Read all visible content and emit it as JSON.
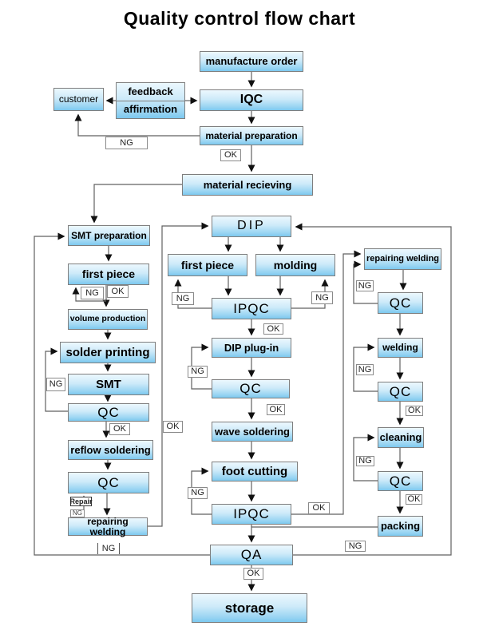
{
  "title": "Quality control flow chart",
  "labels": {
    "ng": "NG",
    "ok": "OK",
    "repair": "Repair"
  },
  "colors": {
    "box_top": "#ecf8fe",
    "box_bottom": "#7cc8ef",
    "box_border": "#7e7e7e",
    "line": "#606060",
    "arrow": "#111111"
  },
  "nodes": {
    "manufacture_order": "manufacture order",
    "customer": "customer",
    "feedback": "feedback",
    "affirmation": "affirmation",
    "iqc": "IQC",
    "material_preparation": "material preparation",
    "material_recieving": "material recieving",
    "smt_preparation": "SMT preparation",
    "first_piece_left": "first piece",
    "volume_production": "volume production",
    "solder_printing": "solder printing",
    "smt": "SMT",
    "qc_smt": "QC",
    "reflow_soldering": "reflow soldering",
    "qc_reflow": "QC",
    "repairing_welding_left": "repairing welding",
    "dip": "DIP",
    "first_piece_dip": "first piece",
    "molding": "molding",
    "ipqc_dip": "IPQC",
    "dip_plug_in": "DIP plug-in",
    "qc_dip": "QC",
    "wave_soldering": "wave soldering",
    "foot_cutting": "foot cutting",
    "ipqc_foot": "IPQC",
    "repairing_welding_right": "repairing welding",
    "qc_repair": "QC",
    "welding": "welding",
    "qc_welding": "QC",
    "cleaning": "cleaning",
    "qc_cleaning": "QC",
    "packing": "packing",
    "qa": "QA",
    "storage": "storage"
  }
}
